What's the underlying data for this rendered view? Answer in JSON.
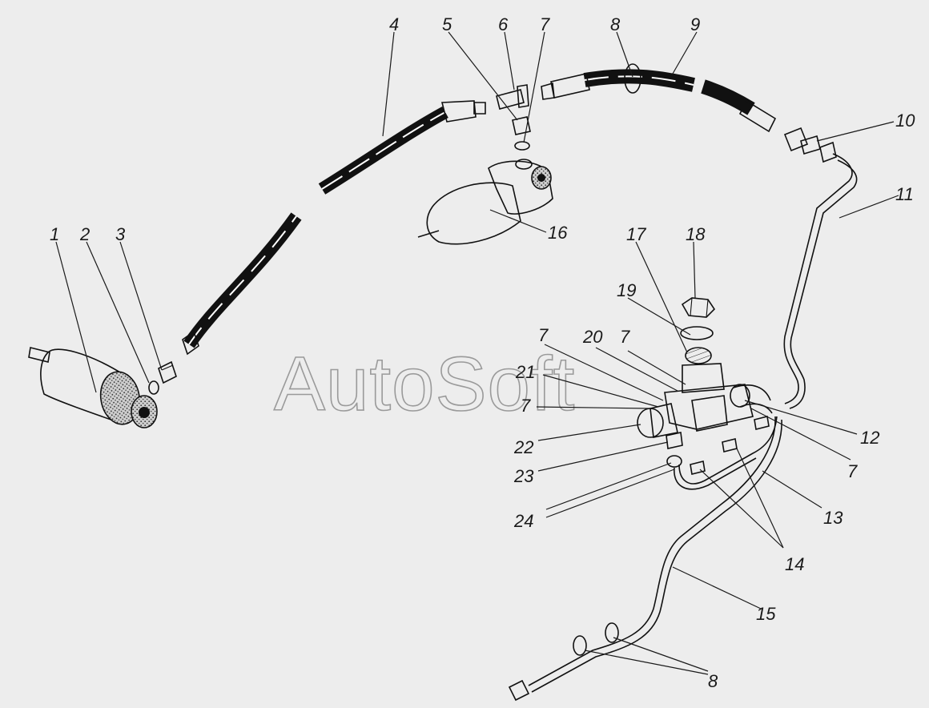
{
  "watermark": "AutoSoft",
  "callouts": {
    "c1": "1",
    "c2": "2",
    "c3": "3",
    "c4": "4",
    "c5": "5",
    "c6": "6",
    "c7a": "7",
    "c8a": "8",
    "c9": "9",
    "c10": "10",
    "c11": "11",
    "c16": "16",
    "c17": "17",
    "c18": "18",
    "c19": "19",
    "c7b": "7",
    "c20": "20",
    "c7c": "7",
    "c21": "21",
    "c7d": "7",
    "c22": "22",
    "c23": "23",
    "c24": "24",
    "c12": "12",
    "c7e": "7",
    "c13": "13",
    "c14": "14",
    "c15": "15",
    "c8b": "8"
  }
}
